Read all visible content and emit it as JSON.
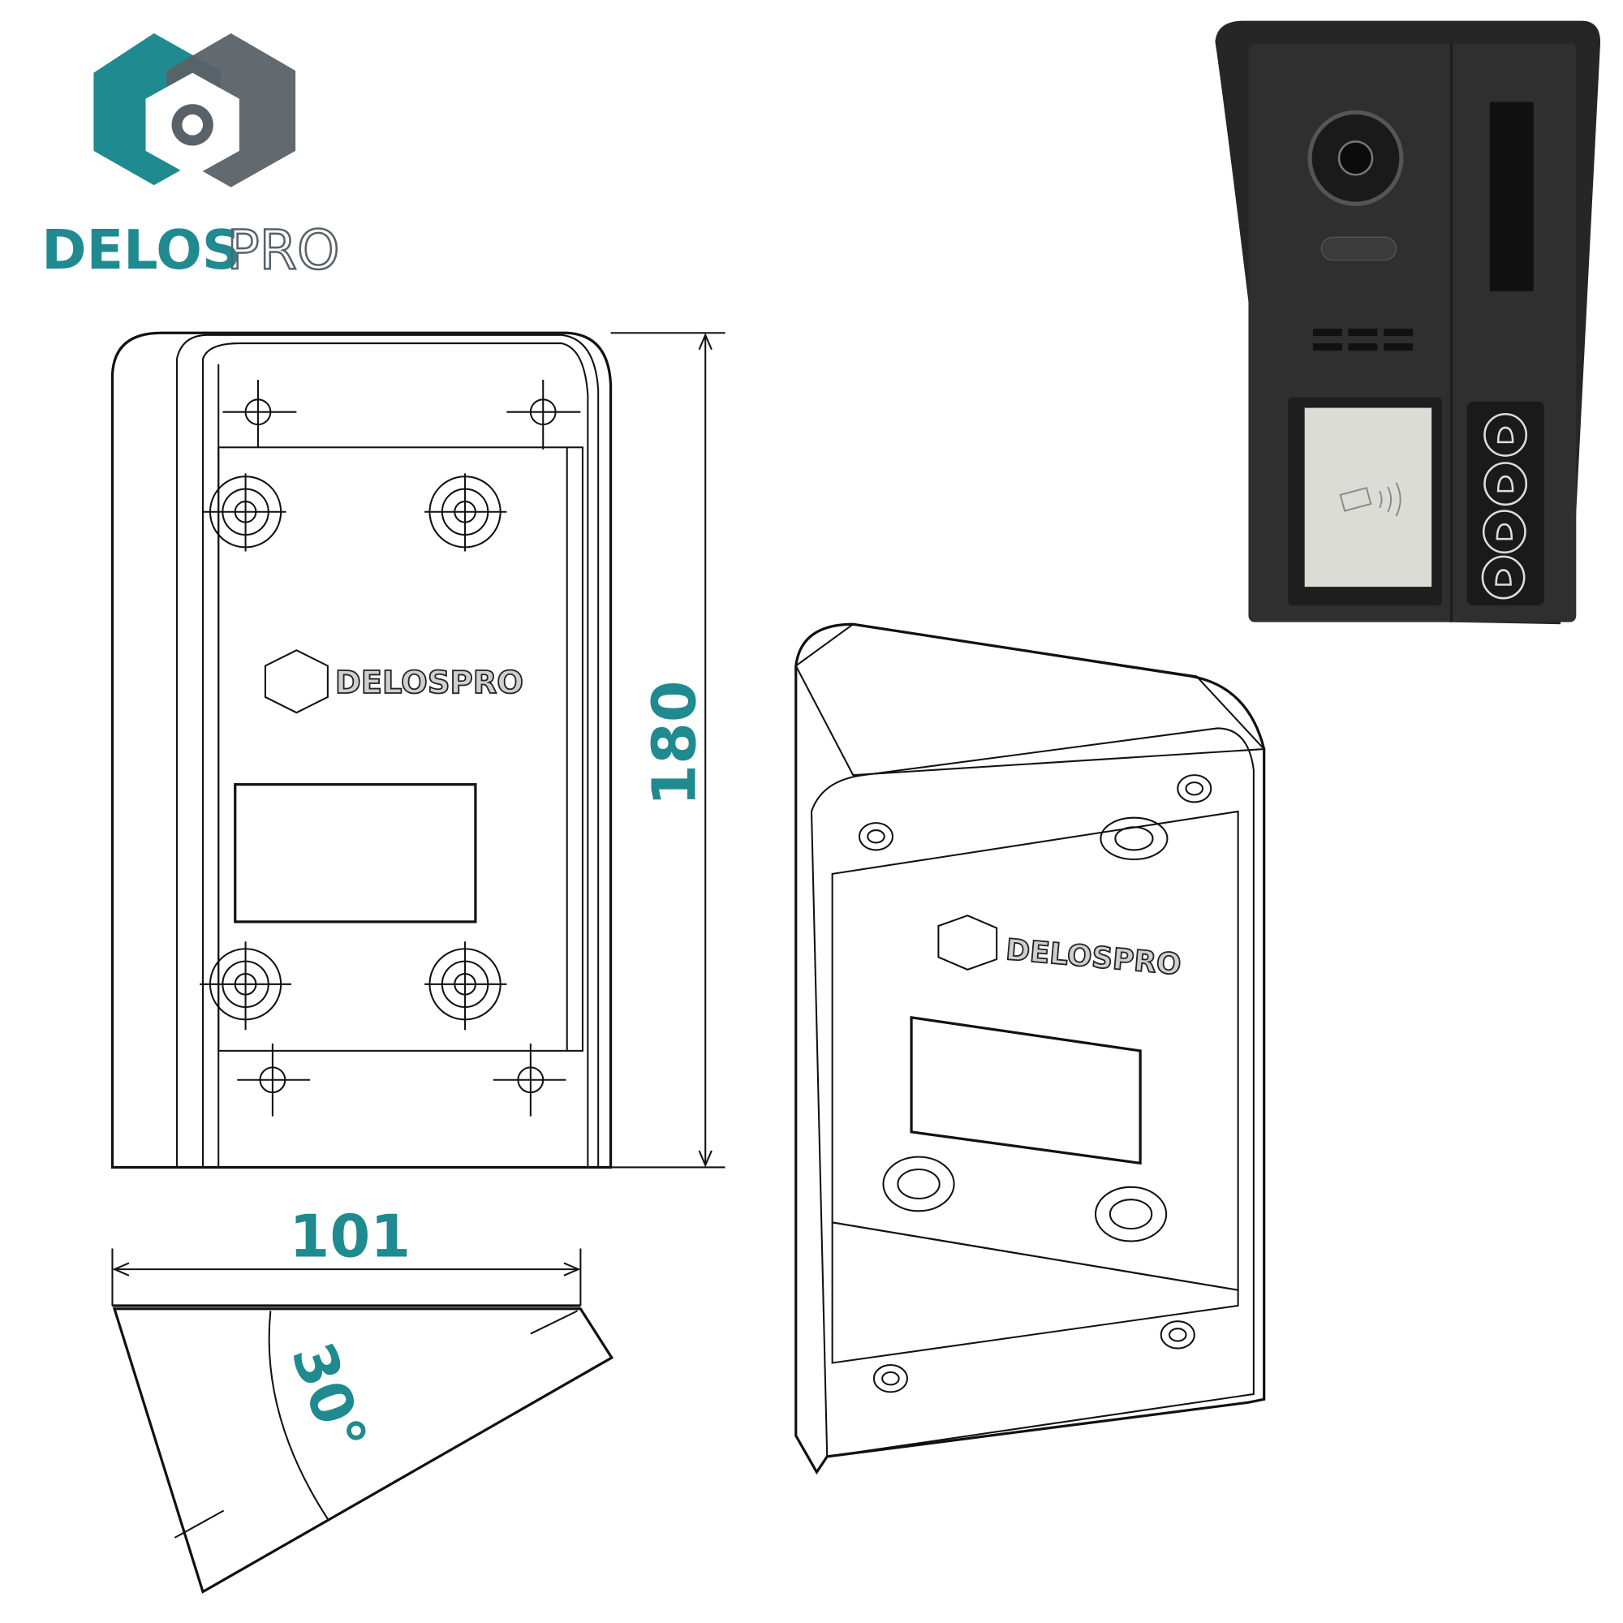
{
  "brand": {
    "name_part1": "DELOS",
    "name_part2": "PRO"
  },
  "front_view": {
    "engraving": "DELOSPRO"
  },
  "dimensions": {
    "height_label": "180",
    "width_label": "101",
    "angle_label": "30°"
  },
  "perspective_view": {
    "engraving": "DELOSPRO"
  },
  "colors": {
    "accent": "#1f8a8f",
    "logo_gray": "#5a6268",
    "housing": "#d6d6d6",
    "device": "#2b2b2b"
  },
  "device_photo": {
    "icons": [
      "camera-icon",
      "rfid-card-icon",
      "bell-icon",
      "bell-icon",
      "bell-icon",
      "bell-icon"
    ]
  }
}
